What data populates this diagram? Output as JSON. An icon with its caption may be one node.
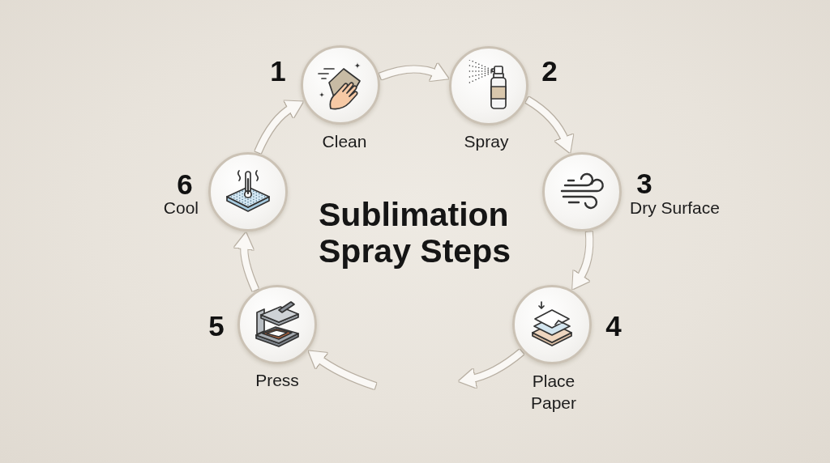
{
  "diagram": {
    "title": "Sublimation Spray Steps",
    "nodes": [
      {
        "text": [
          "Clean"
        ],
        "beside": [
          "1"
        ]
      },
      {
        "text": [
          "Spray"
        ],
        "beside": [
          "2"
        ]
      },
      {
        "text": [
          "Dry Surface"
        ],
        "beside": [
          "3"
        ]
      },
      {
        "text": [
          "Place Paper"
        ],
        "beside": [
          "4"
        ]
      },
      {
        "text": [
          "Press"
        ],
        "beside": [
          "5"
        ]
      },
      {
        "text": [
          "Cool"
        ],
        "beside": [
          "6"
        ]
      }
    ],
    "edges": [
      {
        "from": 0,
        "to": 1,
        "arrow": "to"
      },
      {
        "from": 1,
        "to": 2,
        "arrow": "to"
      },
      {
        "from": 2,
        "to": 3,
        "arrow": "to"
      },
      {
        "from": 3,
        "to": null,
        "arrow": "to"
      },
      {
        "from": null,
        "to": 4,
        "arrow": "to"
      },
      {
        "from": 4,
        "to": 5,
        "arrow": "to"
      },
      {
        "from": 5,
        "to": 0,
        "arrow": "to"
      }
    ]
  }
}
